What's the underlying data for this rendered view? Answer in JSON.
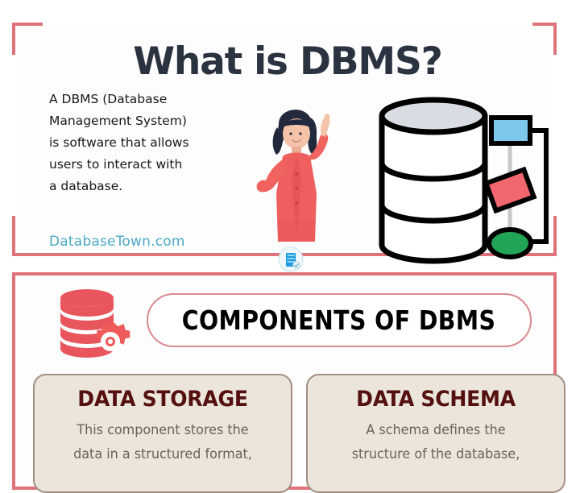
{
  "theme": {
    "frame_color": "#e0737a",
    "title_color": "#2b3240",
    "link_color": "#4aa9c4",
    "card_bg": "#ebe5dc",
    "card_border": "#a38f82",
    "card_title_color": "#54100f",
    "card_body_color": "#6a6258",
    "banner_border": "#d98a90",
    "accent_red": "#e8555c",
    "page_bg": "#ffffff"
  },
  "top": {
    "title": "What is DBMS?",
    "paragraph": "A DBMS (Database Management System) is software that allows users to interact with a database.",
    "paragraph_lines": [
      "A    DBMS    (Database",
      "Management  System)",
      "is software that allows",
      "users  to  interact  with",
      "a database."
    ],
    "site_link": "DatabaseTown.com",
    "badge_icon": "database-badge-icon",
    "illustration": {
      "name": "woman-pointing-illustration",
      "hair_color": "#23293c",
      "outfit_color": "#ef5f5f",
      "skin_color": "#f4c3a8"
    },
    "diagram": {
      "name": "database-cylinder-er-diagram",
      "cylinder_segments": 3,
      "cylinder_top_color": "#d9dce3",
      "entity_rect_color": "#7ec8ec",
      "relationship_diamond_color": "#f2666d",
      "attribute_ellipse_color": "#22a457",
      "outline_color": "#000000"
    }
  },
  "bottom": {
    "stack_icon": "database-stack-gear-icon",
    "banner_label": "COMPONENTS OF DBMS",
    "cards": [
      {
        "title": "DATA STORAGE",
        "body": "This component stores the data in a structured format,",
        "body_lines": [
          "This component stores the",
          "data in a structured format,"
        ]
      },
      {
        "title": "DATA SCHEMA",
        "body": "A schema defines the structure of the database,",
        "body_lines": [
          "A schema defines the",
          "structure of the database,"
        ]
      }
    ]
  }
}
